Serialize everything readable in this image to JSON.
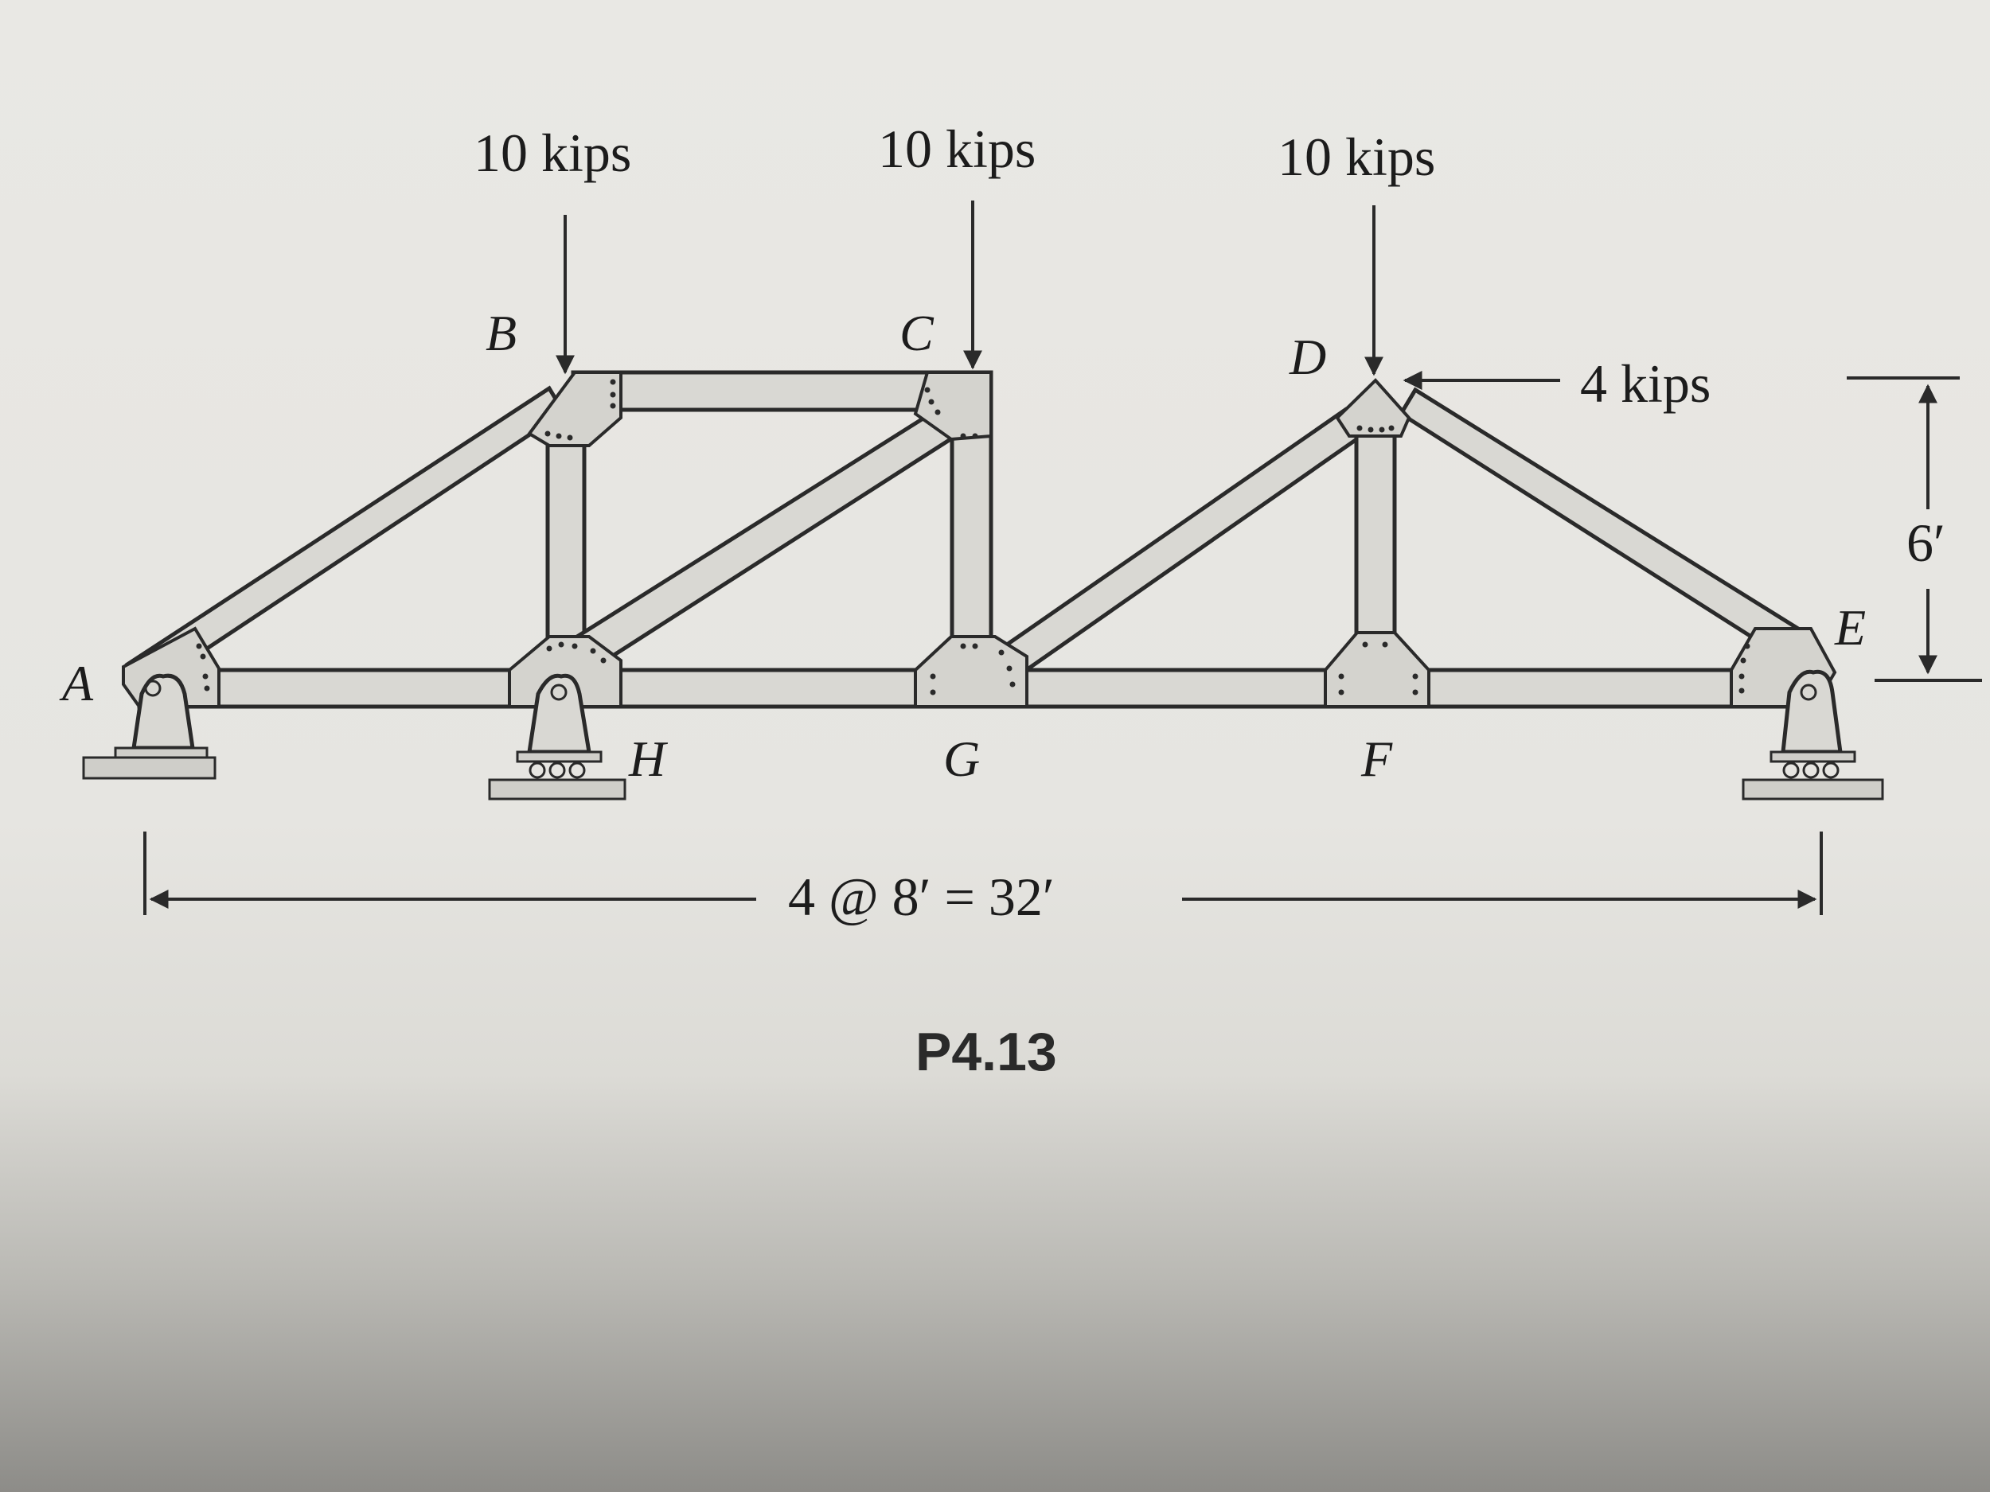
{
  "loads": [
    {
      "id": "B",
      "label": "10 kips"
    },
    {
      "id": "C",
      "label": "10 kips"
    },
    {
      "id": "D",
      "label": "10 kips"
    },
    {
      "id": "D-horizontal",
      "label": "4 kips"
    }
  ],
  "joints": {
    "A": "A",
    "B": "B",
    "C": "C",
    "D": "D",
    "E": "E",
    "F": "F",
    "G": "G",
    "H": "H"
  },
  "dimensions": {
    "span": "4 @ 8′ = 32′",
    "height": "6′"
  },
  "figure_label": "P4.13"
}
